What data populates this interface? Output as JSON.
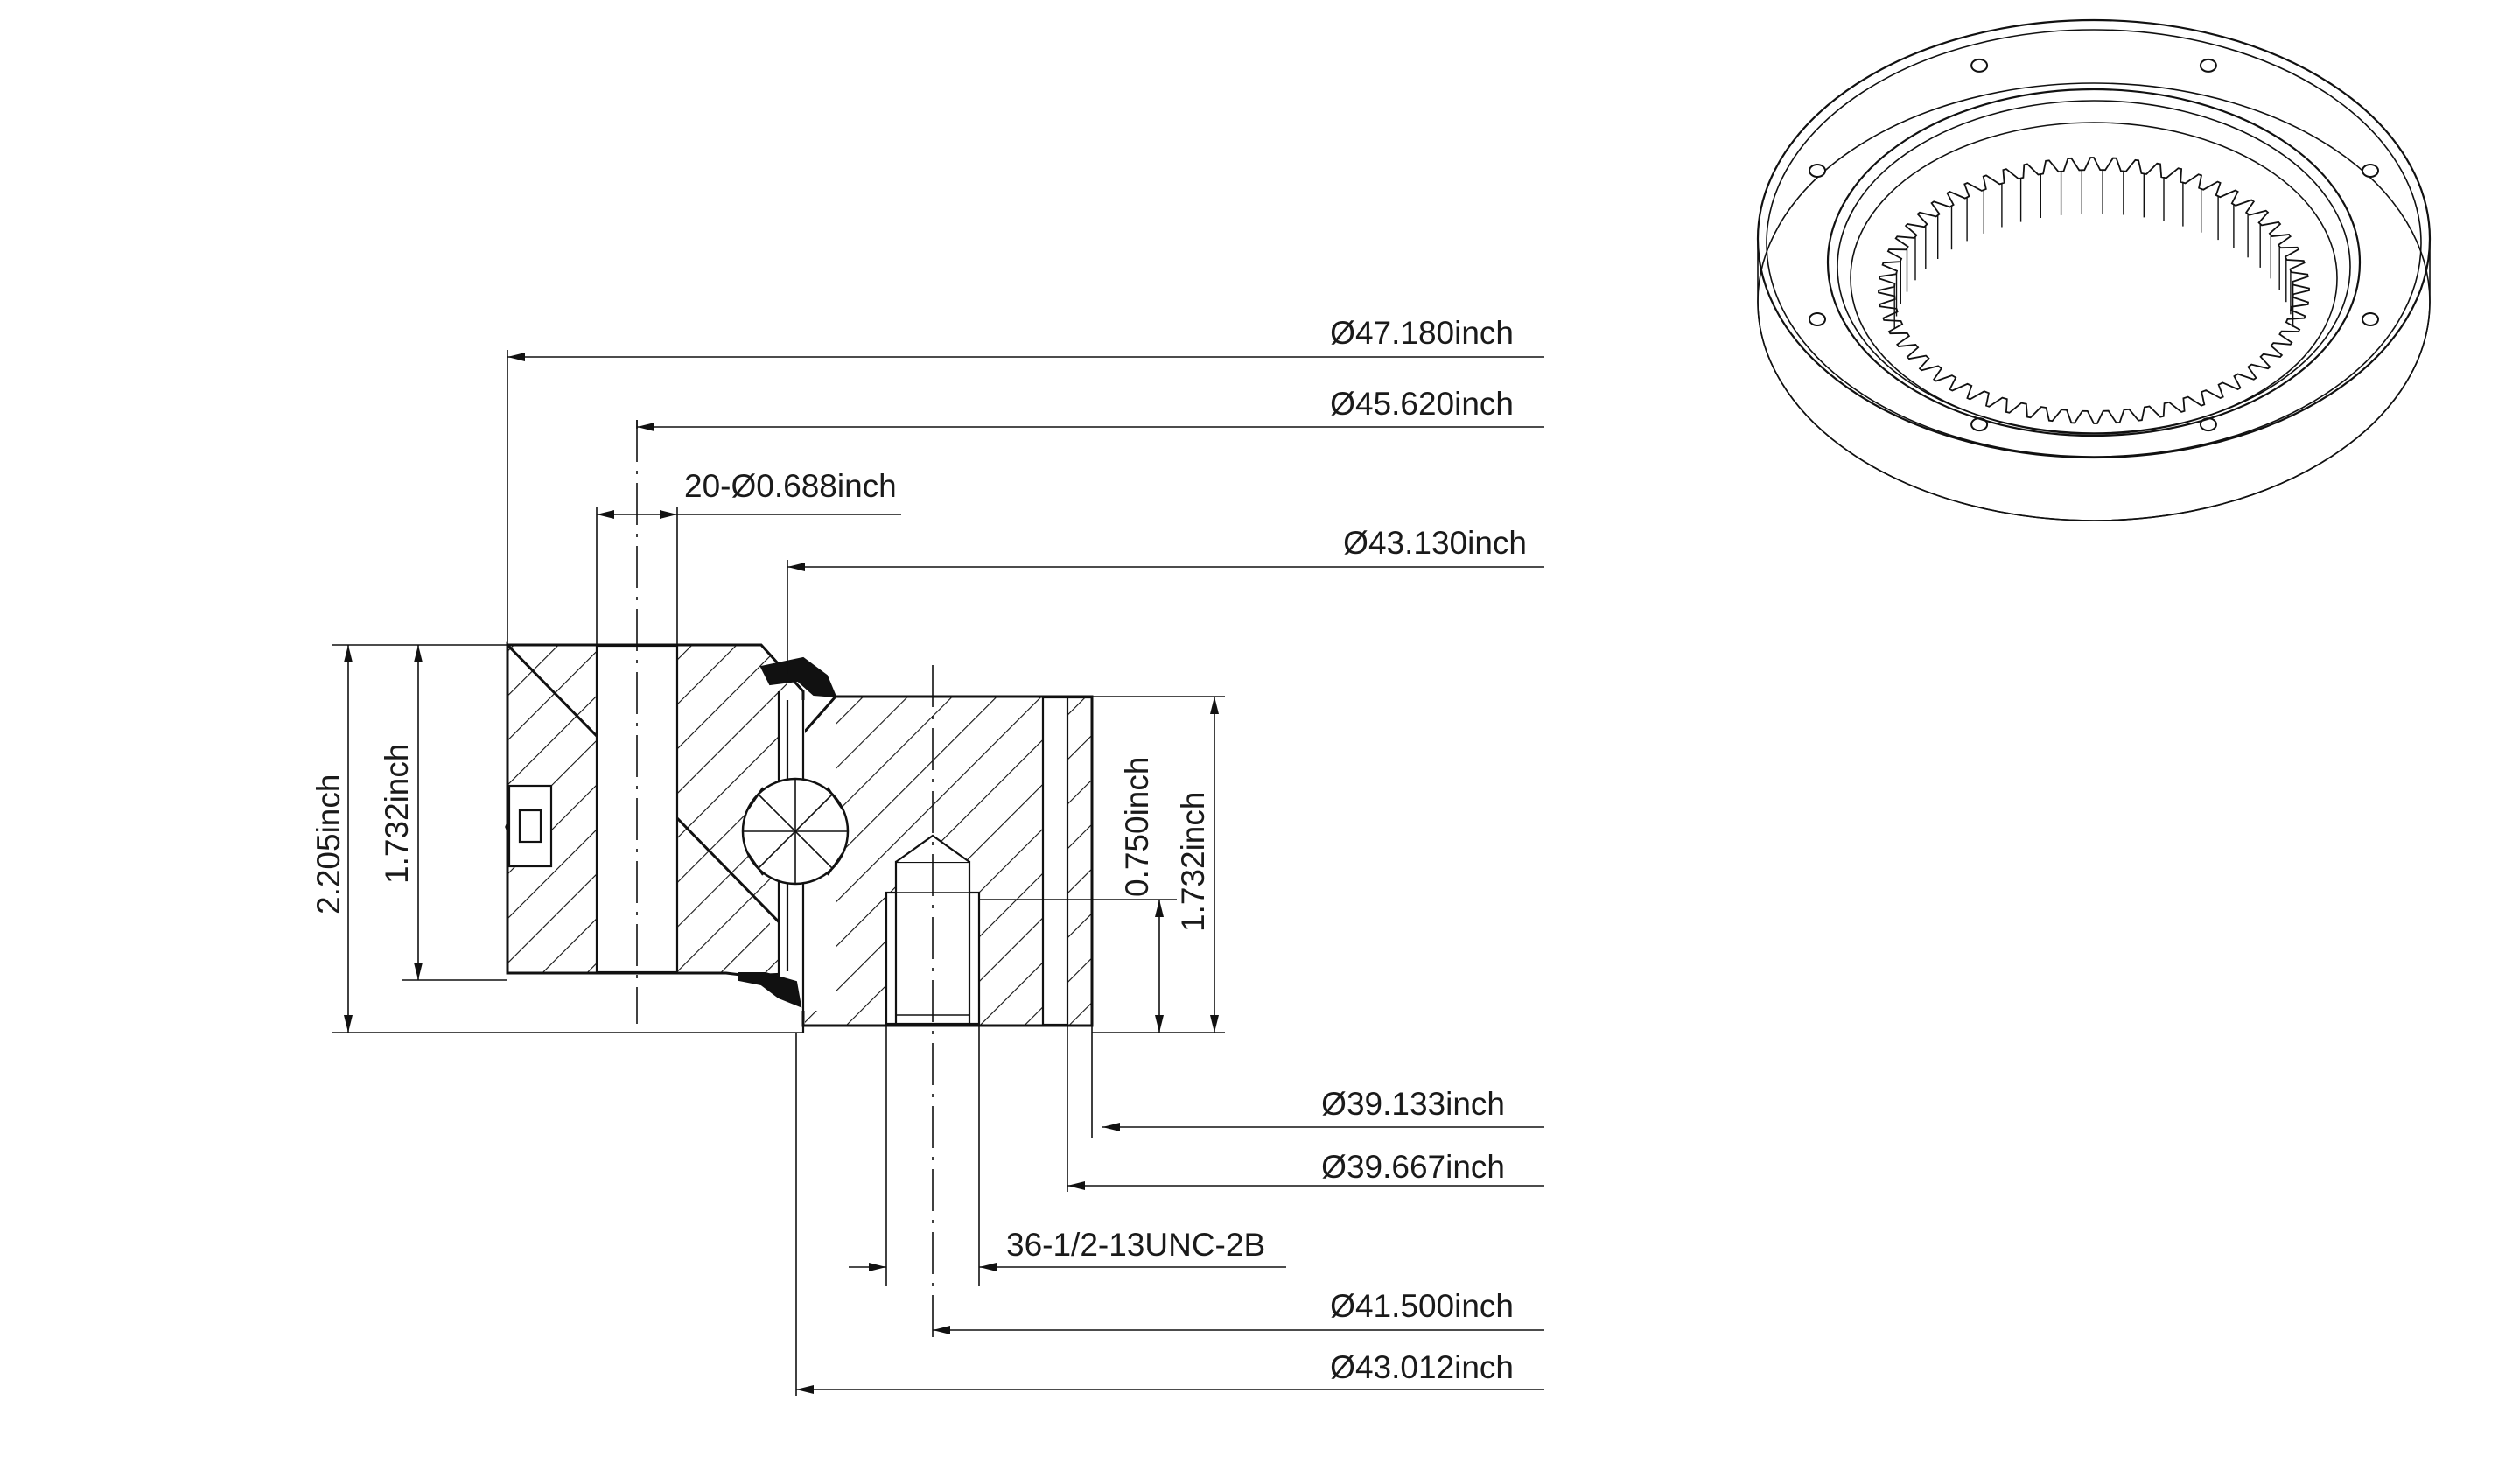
{
  "drawing": {
    "dimensions": {
      "od_outer": "Ø47.180inch",
      "bolt_circle_outer": "Ø45.620inch",
      "mounting_holes": "20-Ø0.688inch",
      "outer_ring_id": "Ø43.130inch",
      "gear_root": "Ø39.133inch",
      "gear_pitch": "Ø39.667inch",
      "tapped_holes": "36-1/2-13UNC-2B",
      "bolt_circle_inner": "Ø41.500inch",
      "inner_ring_od": "Ø43.012inch",
      "total_height": "2.205inch",
      "outer_ring_height": "1.732inch",
      "thread_depth": "0.750inch",
      "inner_ring_height": "1.732inch"
    },
    "iso_view": {
      "outer_holes": 8,
      "teeth": 60
    }
  }
}
